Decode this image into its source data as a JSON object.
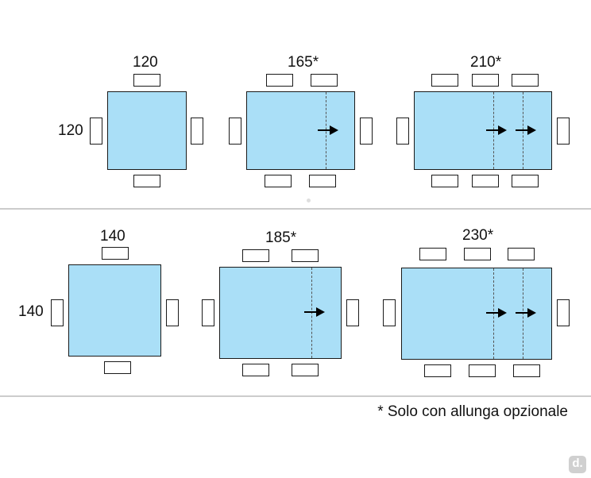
{
  "colors": {
    "table_fill": "#aadff7",
    "line": "#1a1a1a",
    "divider": "#cccccc"
  },
  "row1": {
    "square": {
      "width_label": "120",
      "depth_label": "120"
    },
    "medium": {
      "width_label": "165*"
    },
    "large": {
      "width_label": "210*"
    }
  },
  "row2": {
    "square": {
      "width_label": "140",
      "depth_label": "140"
    },
    "medium": {
      "width_label": "185*"
    },
    "large": {
      "width_label": "230*"
    }
  },
  "footnote": "* Solo con allunga opzionale",
  "brand_mark": "d."
}
